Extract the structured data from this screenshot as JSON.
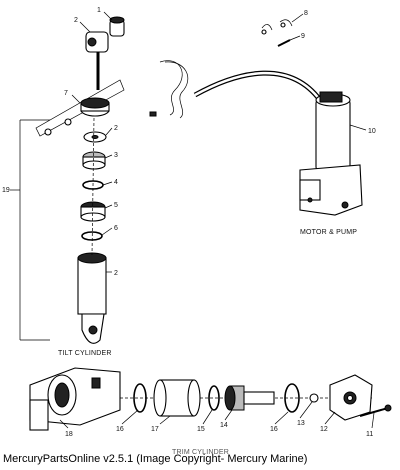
{
  "sections": {
    "motor_pump": "MOTOR & PUMP",
    "tilt_cylinder": "TILT CYLINDER",
    "trim_cylinder": "TRIM CYLINDER"
  },
  "callouts": {
    "c1": "1",
    "c2a": "2",
    "c7": "7",
    "c2b": "2",
    "c3": "3",
    "c4": "4",
    "c5": "5",
    "c6": "6",
    "c2c": "2",
    "c8": "8",
    "c9": "9",
    "c10": "10",
    "c19": "19",
    "c18": "18",
    "c16a": "16",
    "c17": "17",
    "c15": "15",
    "c14": "14",
    "c16b": "16",
    "c13": "13",
    "c12": "12",
    "c11": "11"
  },
  "footer": {
    "caption": "MercuryPartsOnline v2.5.1 (Image Copyright- Mercury Marine)"
  }
}
